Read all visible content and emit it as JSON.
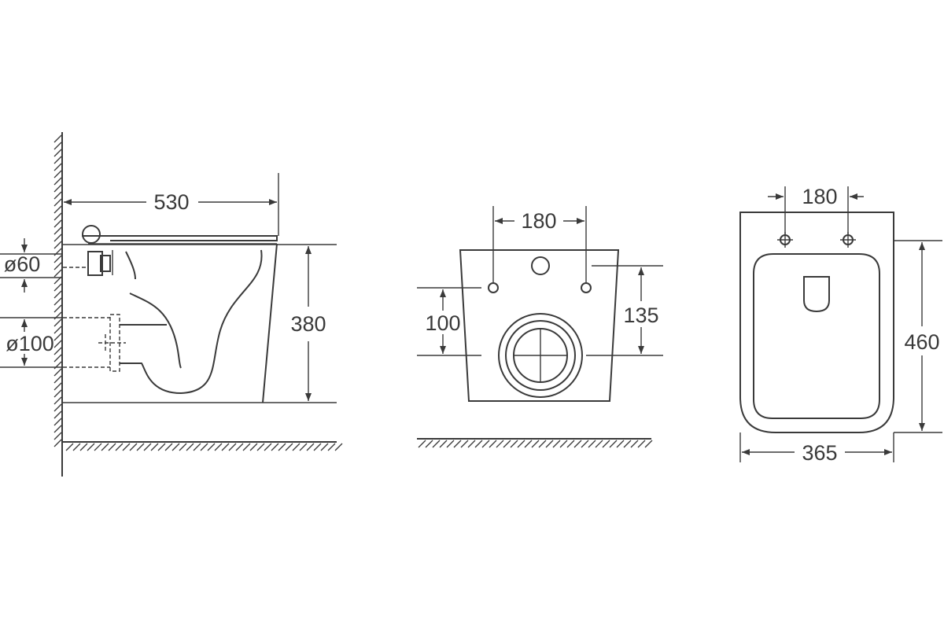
{
  "side_view": {
    "dim_width": "530",
    "dim_height": "380",
    "dim_inlet": "ø60",
    "dim_outlet": "ø100"
  },
  "front_view": {
    "dim_bolt_spacing": "180",
    "dim_outlet_height": "100",
    "dim_bolt_height": "135"
  },
  "top_view": {
    "dim_bolt_spacing": "180",
    "dim_length": "460",
    "dim_width": "365"
  }
}
